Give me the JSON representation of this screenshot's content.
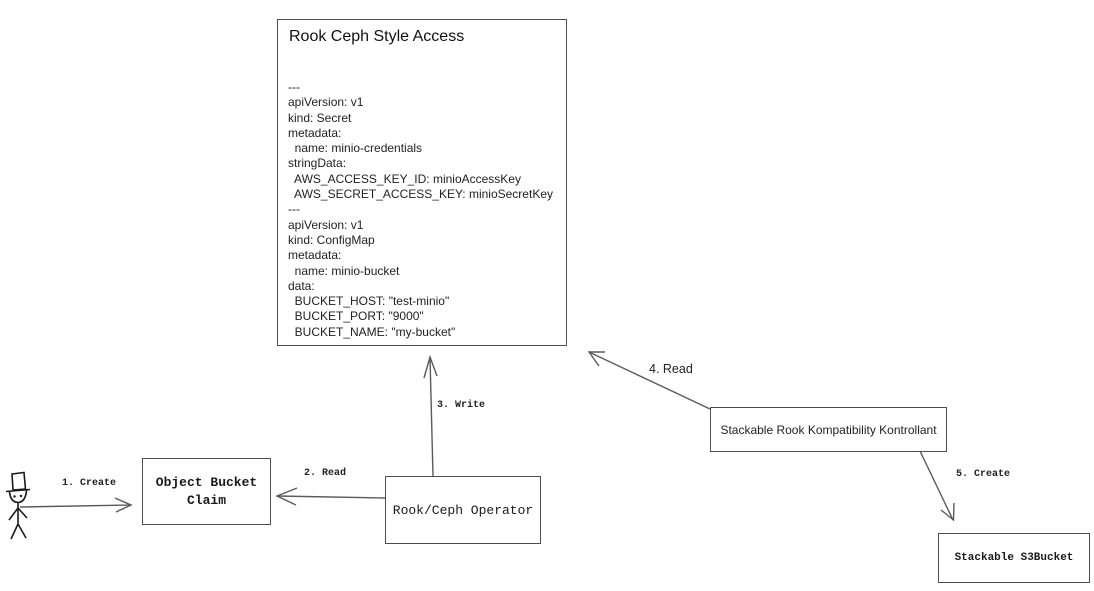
{
  "colors": {
    "canvas_bg": "#ffffff",
    "box_border": "#4d4d4d",
    "arrow_stroke": "#5a5a5a",
    "text": "#1a1a1a"
  },
  "main_box": {
    "title": "Rook Ceph Style Access",
    "yaml": "---\napiVersion: v1\nkind: Secret\nmetadata:\n  name: minio-credentials\nstringData:\n  AWS_ACCESS_KEY_ID: minioAccessKey\n  AWS_SECRET_ACCESS_KEY: minioSecretKey\n---\napiVersion: v1\nkind: ConfigMap\nmetadata:\n  name: minio-bucket\ndata:\n  BUCKET_HOST: \"test-minio\"\n  BUCKET_PORT: \"9000\"\n  BUCKET_NAME: \"my-bucket\""
  },
  "nodes": {
    "object_bucket_claim": "Object Bucket\nClaim",
    "rook_ceph_operator": "Rook/Ceph Operator",
    "stackable_rook_kompatibility_kontrollant": "Stackable Rook Kompatibility Kontrollant",
    "stackable_s3bucket": "Stackable S3Bucket"
  },
  "arrow_labels": {
    "step1": "1. Create",
    "step2": "2. Read",
    "step3": "3. Write",
    "step4": "4. Read",
    "step5": "5. Create"
  },
  "icons": {
    "actor": "stick-figure-top-hat-icon"
  }
}
